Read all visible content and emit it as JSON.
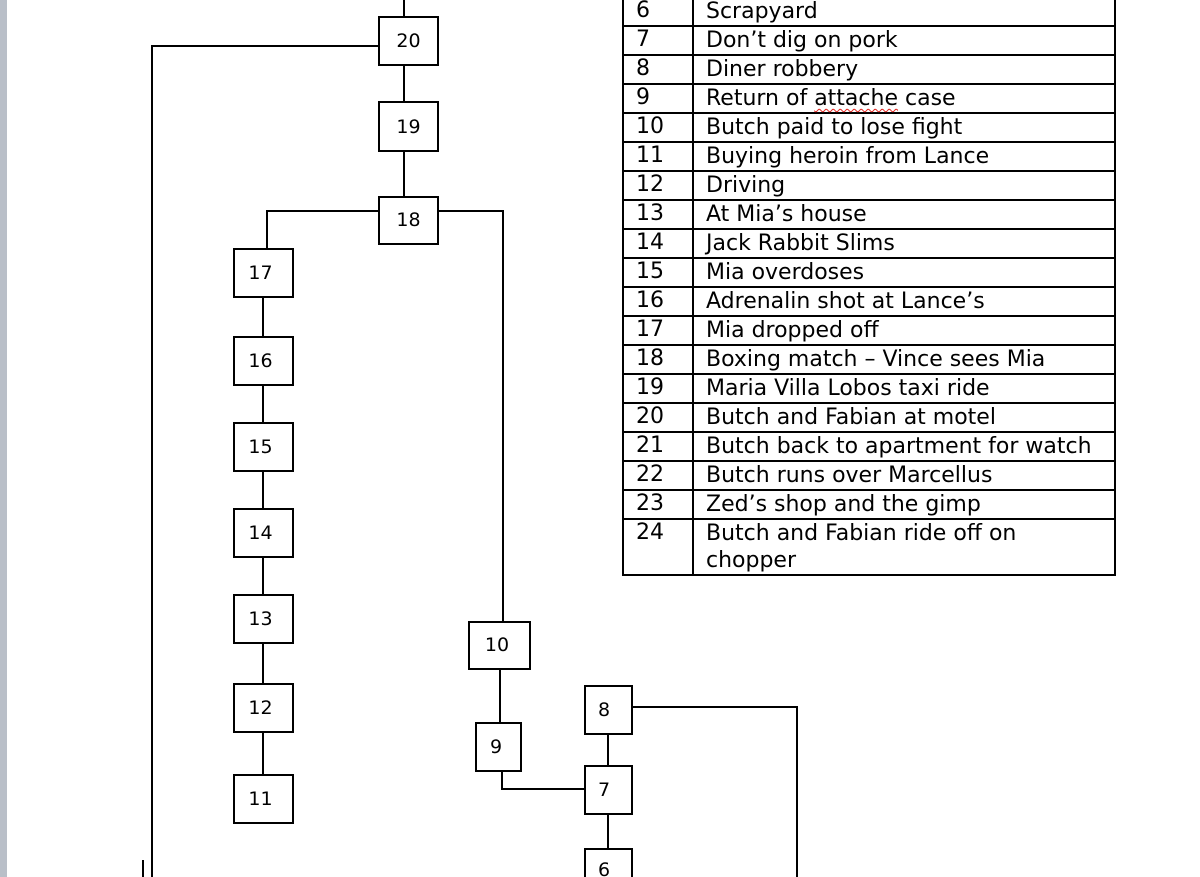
{
  "legend": {
    "rows": [
      {
        "n": "6",
        "text": "Scrapyard"
      },
      {
        "n": "7",
        "text": "Don’t dig on pork"
      },
      {
        "n": "8",
        "text": "Diner robbery"
      },
      {
        "n": "9",
        "text_before": "Return of ",
        "text_flagged": "attache",
        "text_after": " case"
      },
      {
        "n": "10",
        "text": "Butch paid to lose fight"
      },
      {
        "n": "11",
        "text": "Buying heroin from Lance"
      },
      {
        "n": "12",
        "text": "Driving"
      },
      {
        "n": "13",
        "text": "At Mia’s house"
      },
      {
        "n": "14",
        "text": "Jack Rabbit Slims"
      },
      {
        "n": "15",
        "text": "Mia overdoses"
      },
      {
        "n": "16",
        "text": "Adrenalin shot at Lance’s"
      },
      {
        "n": "17",
        "text": "Mia dropped off"
      },
      {
        "n": "18",
        "text": "Boxing match – Vince sees Mia"
      },
      {
        "n": "19",
        "text": "Maria Villa Lobos taxi ride"
      },
      {
        "n": "20",
        "text": "Butch and Fabian at motel"
      },
      {
        "n": "21",
        "text": "Butch back to apartment for watch"
      },
      {
        "n": "22",
        "text": "Butch runs over Marcellus"
      },
      {
        "n": "23",
        "text": "Zed’s shop and the gimp"
      },
      {
        "n": "24",
        "text_line1": "Butch and Fabian ride off on",
        "text_line2": "chopper"
      }
    ]
  },
  "nodes": {
    "n20": "20",
    "n19": "19",
    "n18": "18",
    "n17": "17",
    "n16": "16",
    "n15": "15",
    "n14": "14",
    "n13": "13",
    "n12": "12",
    "n11": "11",
    "n10": "10",
    "n9": "9",
    "n8": "8",
    "n7": "7",
    "n6": "6"
  },
  "colors": {
    "line": "#000000",
    "background": "#ffffff",
    "spellcheck_underline": "#e0201a",
    "page_edge": "#b9bfc8"
  }
}
